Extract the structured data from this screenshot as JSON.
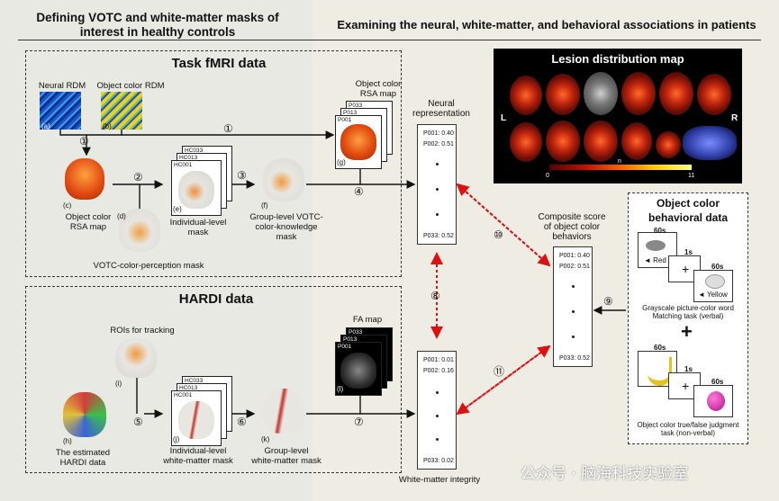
{
  "header": {
    "left_title": "Defining VOTC and white-matter masks of interest in healthy controls",
    "right_title": "Examining the neural, white-matter, and behavioral associations in patients"
  },
  "task_fmri": {
    "title": "Task fMRI data",
    "neural_rdm": "Neural RDM",
    "object_color_rdm": "Object color RDM",
    "object_color_rsa_map": "Object color\nRSA map",
    "votc_color_perception_mask": "VOTC-color-perception mask",
    "individual_level_mask": "Individual-level\nmask",
    "group_level_mask": "Group-level VOTC-\ncolor-knowledge\nmask",
    "rsa_map_stack_label": "Object color\nRSA map",
    "stack_ids_hc": [
      "HC033",
      "HC013",
      "HC001"
    ],
    "stack_ids_p": [
      "P033",
      "P013",
      "P001"
    ],
    "tags": {
      "a": "(a)",
      "b": "(b)",
      "c": "(c)",
      "d": "(d)",
      "e": "(e)",
      "f": "(f)",
      "g": "(g)"
    }
  },
  "hardi": {
    "title": "HARDI data",
    "rois_for_tracking": "ROIs for tracking",
    "estimated_hardi": "The estimated\nHARDI data",
    "individual_level_wm_mask": "Individual-level\nwhite-matter mask",
    "group_level_wm_mask": "Group-level\nwhite-matter mask",
    "fa_map": "FA map",
    "tags": {
      "h": "(h)",
      "i": "(i)",
      "j": "(j)",
      "k": "(k)",
      "l": "(l)"
    }
  },
  "steps": [
    "①",
    "①",
    "②",
    "③",
    "④",
    "⑤",
    "⑥",
    "⑦",
    "⑧",
    "⑨",
    "⑩",
    "⑪"
  ],
  "neural_representation": {
    "label": "Neural\nrepresentation",
    "rows": [
      "P001: 0.40",
      "P002: 0.51",
      "P033: 0.52"
    ]
  },
  "white_matter_integrity": {
    "label": "White-matter integrity",
    "rows": [
      "P001: 0.01",
      "P002: 0.16",
      "P033: 0.02"
    ]
  },
  "composite_score": {
    "label": "Composite score\nof object color\nbehaviors",
    "rows": [
      "P001: 0.40",
      "P002: 0.51",
      "P033: 0.52"
    ]
  },
  "lesion_map": {
    "title": "Lesion distribution map",
    "left": "L",
    "right": "R",
    "n_label": "n",
    "scale_min": "0",
    "scale_max": "11"
  },
  "behavioral": {
    "title": "Object color\nbehavioral data",
    "task1_desc": "Grayscale picture-color word\nMatching task (verbal)",
    "task2_desc": "Object color true/false judgment\ntask (non-verbal)",
    "time_60s": "60s",
    "time_1s": "1s",
    "red": "◄ Red",
    "yellow": "◄ Yellow",
    "plus": "+"
  },
  "watermark": "公众号 · 脑海科技实验室"
}
